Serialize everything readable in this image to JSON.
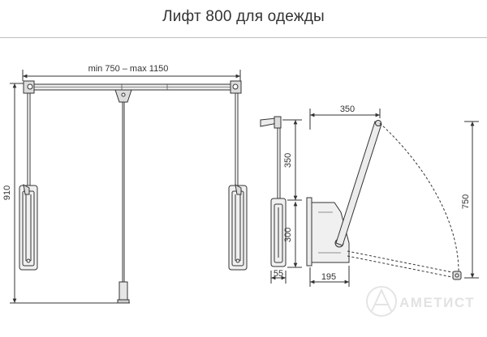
{
  "title": "Лифт 800 для одежды",
  "dimensions": {
    "width_range": "min 750 – max 1150",
    "height": "910",
    "upper": "350",
    "lower": "300",
    "depth": "55",
    "swing_reach": "350",
    "swing_height": "750",
    "mount_depth": "195"
  },
  "brand": "АМЕТИСТ",
  "colors": {
    "line": "#333333",
    "fill": "#e6e6e6",
    "title": "#333333",
    "watermark": "#e2e2e2"
  }
}
